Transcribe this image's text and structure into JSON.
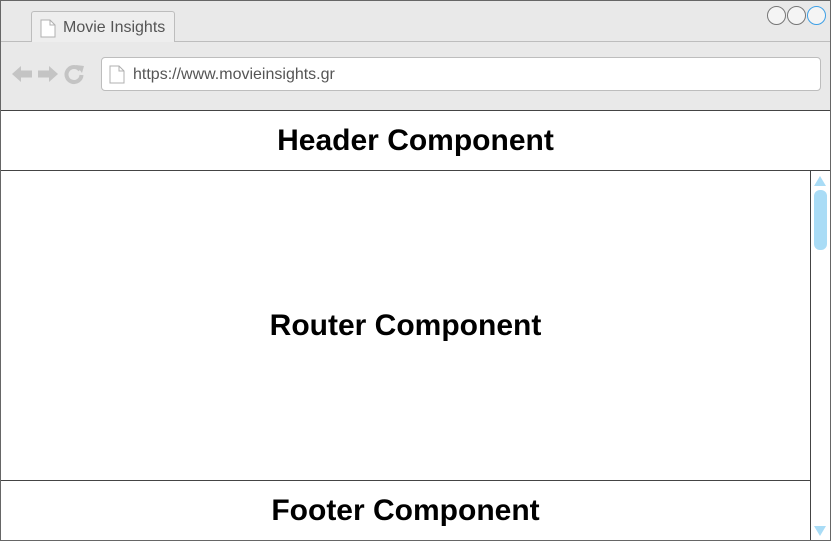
{
  "browser": {
    "tab": {
      "title": "Movie Insights",
      "icon": "document-icon"
    },
    "window_controls": [
      "minimize-circle",
      "maximize-circle",
      "close-circle"
    ],
    "navigation": {
      "back_icon": "arrow-left-icon",
      "forward_icon": "arrow-right-icon",
      "reload_icon": "reload-icon"
    },
    "address_bar": {
      "url": "https://www.movieinsights.gr",
      "icon": "document-icon"
    }
  },
  "layout": {
    "header": "Header Component",
    "router": "Router Component",
    "footer": "Footer Component"
  },
  "colors": {
    "chrome_background": "#e9e9e9",
    "border": "#444444",
    "scrollbar_accent": "#a9dcf6",
    "window_control_accent": "#3ea0e6"
  }
}
